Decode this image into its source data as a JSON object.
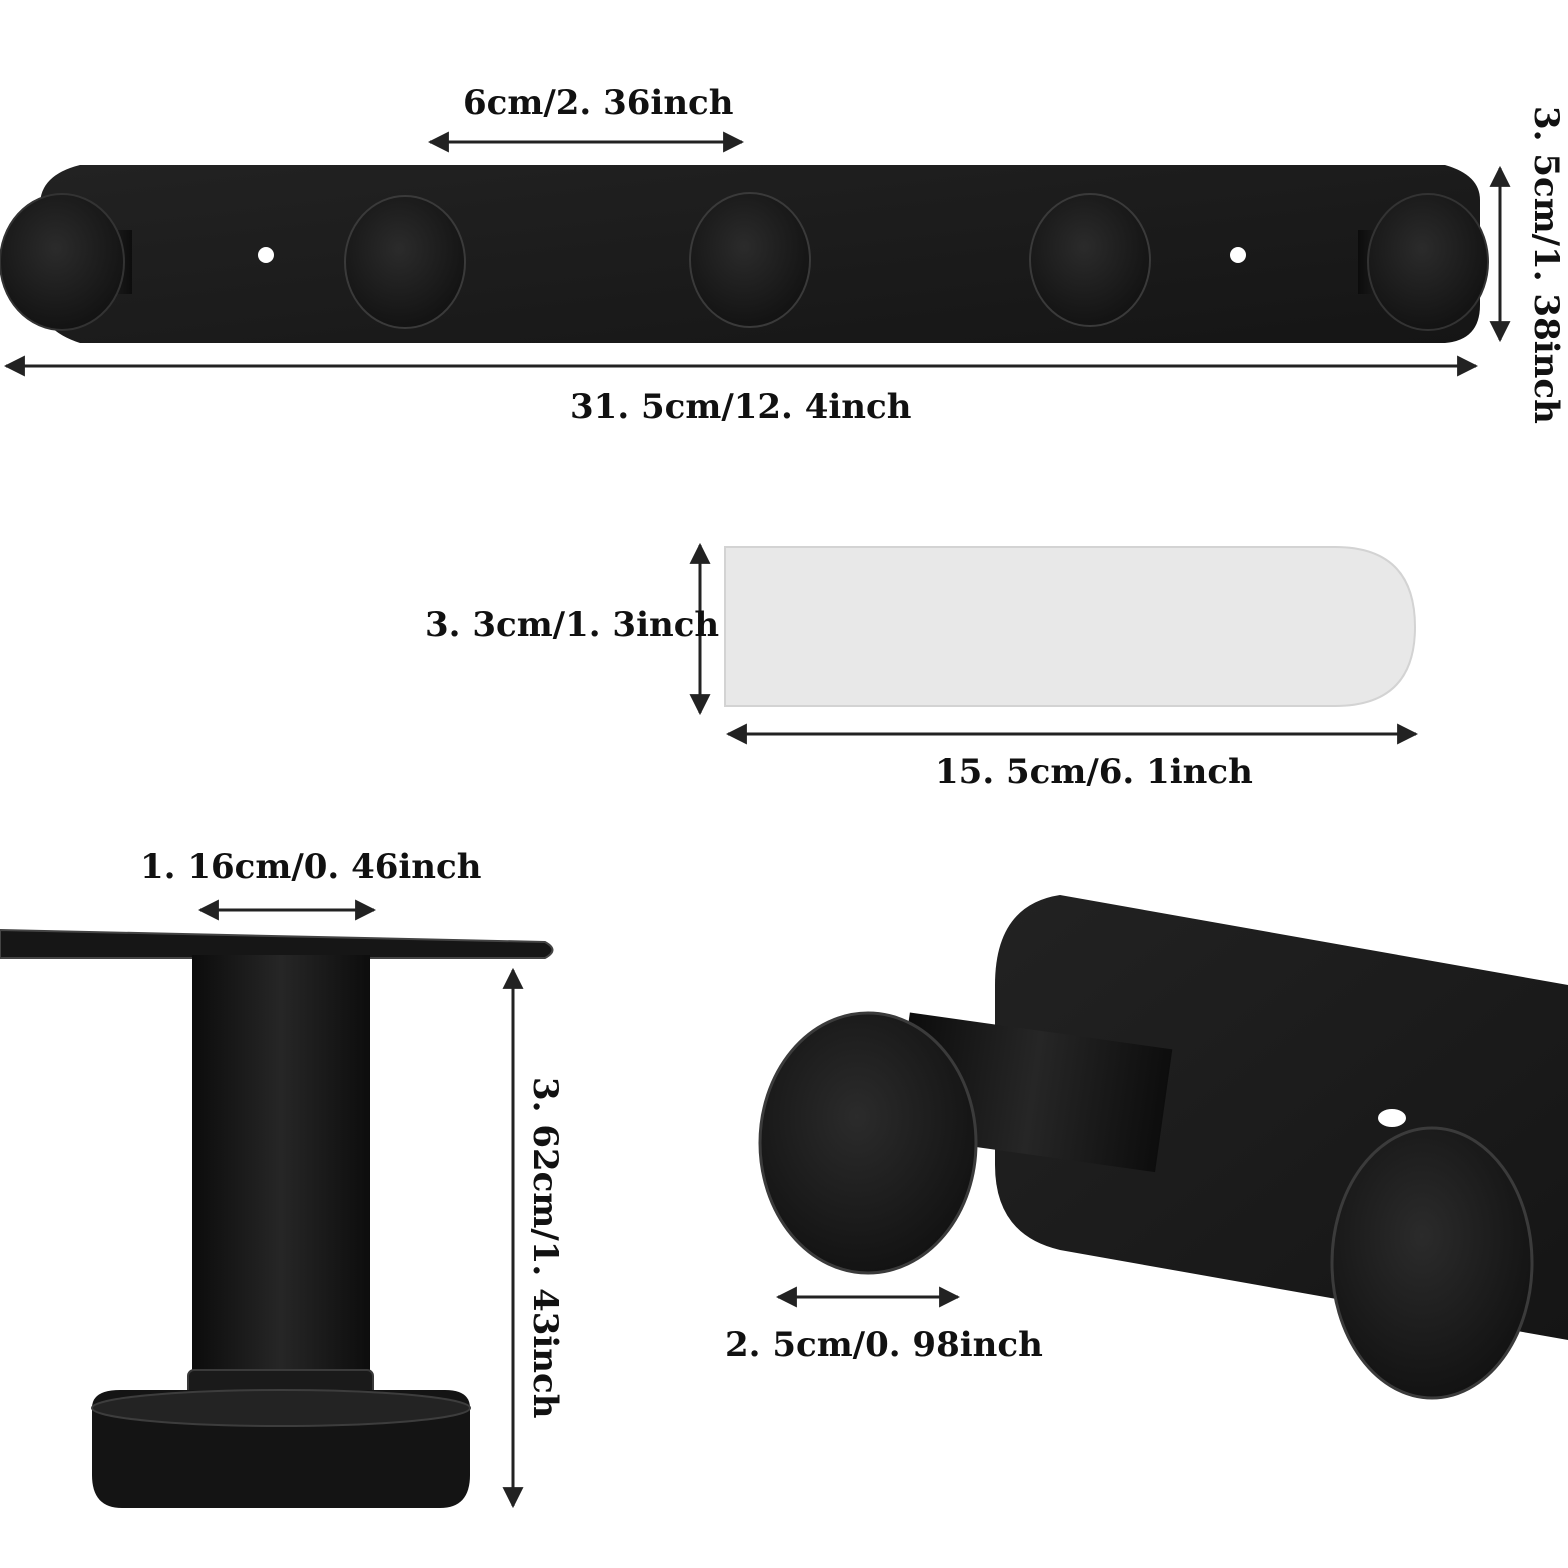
{
  "dimensions": {
    "spacing": "6cm/2. 36inch",
    "total_length": "31. 5cm/12. 4inch",
    "rail_height": "3. 5cm/1. 38inch",
    "tape_height": "3. 3cm/1. 3inch",
    "tape_length": "15. 5cm/6. 1inch",
    "stem_width": "1. 16cm/0. 46inch",
    "hook_depth": "3. 62cm/1. 43inch",
    "knob_diameter": "2. 5cm/0. 98inch"
  },
  "colors": {
    "metal": "#1b1b1b",
    "tape": "#e8e8e8",
    "arrow": "#222222"
  }
}
